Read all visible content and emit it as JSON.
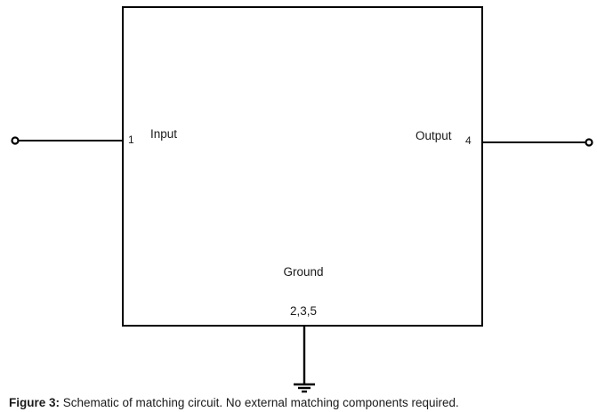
{
  "figure": {
    "caption_label": "Figure 3:",
    "caption_text": " Schematic of matching circuit. No external matching components required."
  },
  "schematic": {
    "input": {
      "label": "Input",
      "pin": "1"
    },
    "output": {
      "label": "Output",
      "pin": "4"
    },
    "ground": {
      "label": "Ground",
      "pins": "2,3,5"
    }
  },
  "colors": {
    "line": "#000000",
    "background": "#ffffff"
  }
}
